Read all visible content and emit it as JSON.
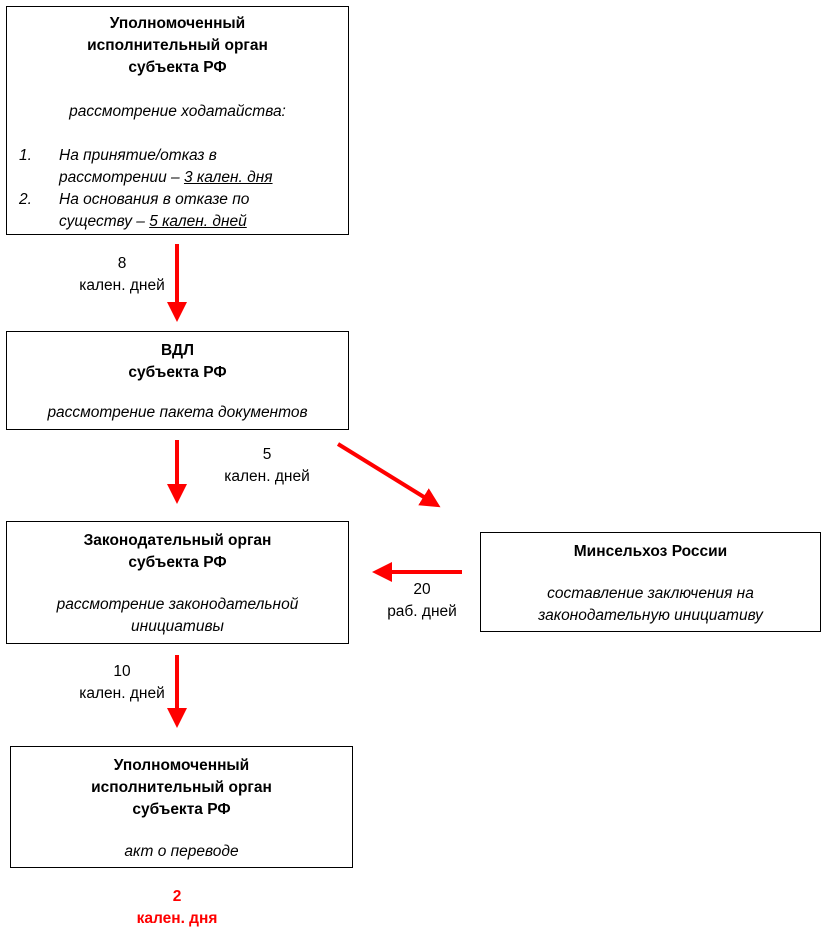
{
  "box1": {
    "title": [
      "Уполномоченный",
      "исполнительный орган",
      "субъекта РФ"
    ],
    "subtitle": "рассмотрение ходатайства:",
    "items": [
      {
        "num": "1.",
        "line1": "На принятие/отказ в",
        "line2_pre": "рассмотрении – ",
        "line2_u": "3 кален. дня"
      },
      {
        "num": "2.",
        "line1": "На основания в отказе по",
        "line2_pre": "существу – ",
        "line2_u": "5 кален. дней"
      }
    ]
  },
  "box2": {
    "title": [
      "ВДЛ",
      "субъекта РФ"
    ],
    "subtitle": "рассмотрение пакета документов"
  },
  "box3": {
    "title": [
      "Законодательный орган",
      "субъекта РФ"
    ],
    "subtitle": [
      "рассмотрение законодательной",
      "инициативы"
    ]
  },
  "box4": {
    "title": "Минсельхоз России",
    "subtitle": [
      "составление заключения на",
      "законодательную инициативу"
    ]
  },
  "box5": {
    "title": [
      "Уполномоченный",
      "исполнительный орган",
      "субъекта РФ"
    ],
    "subtitle": "акт о переводе"
  },
  "labels": {
    "a1": [
      "8",
      "кален. дней"
    ],
    "a2": [
      "5",
      "кален. дней"
    ],
    "a3": [
      "20",
      "раб. дней"
    ],
    "a4": [
      "10",
      "кален. дней"
    ],
    "final": [
      "2",
      "кален. дня"
    ]
  },
  "colors": {
    "arrow": "#ff0000",
    "border": "#000000",
    "final_label": "#ff0000"
  }
}
